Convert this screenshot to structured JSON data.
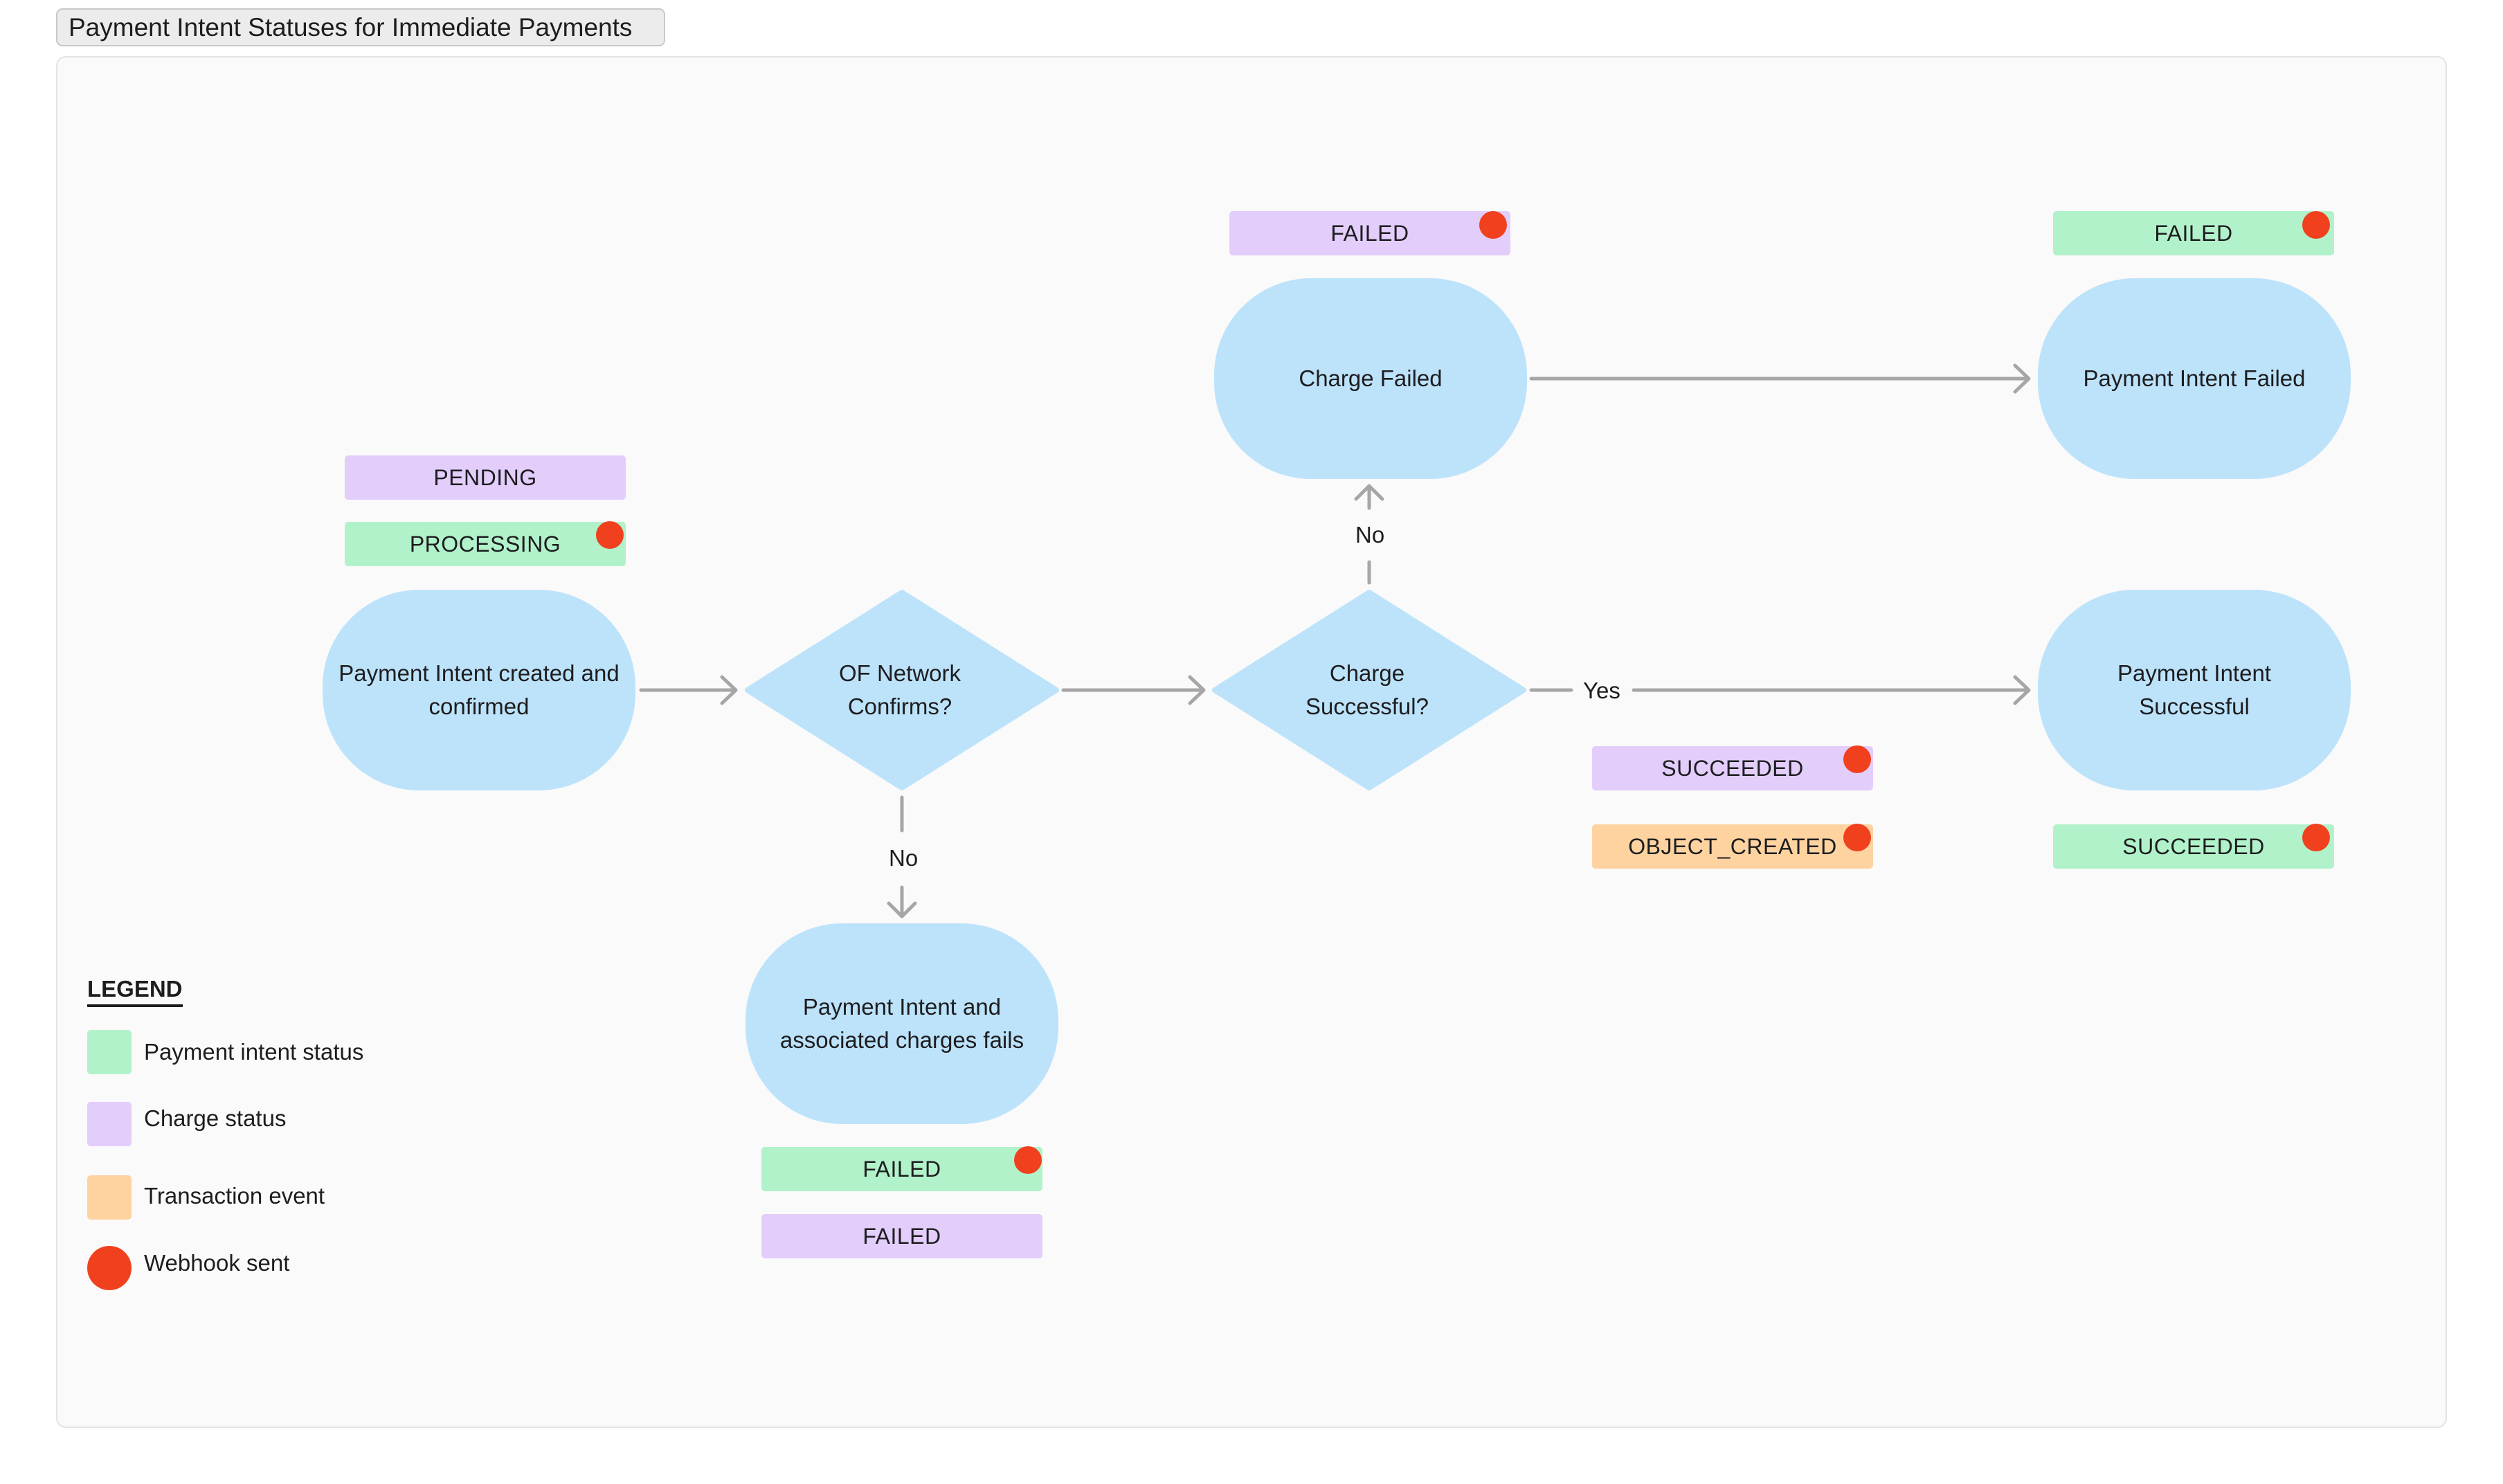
{
  "title": "Payment Intent Statuses for Immediate Payments",
  "colors": {
    "payment_intent_status": "#b2f2cb",
    "charge_status": "#e3cdfb",
    "transaction_event": "#fed3a0",
    "webhook": "#f0401e",
    "node_fill": "#bde3fb",
    "connector": "#a6a6a6"
  },
  "nodes": {
    "created": "Payment Intent created and confirmed",
    "network": "OF Network Confirms?",
    "charge_check": "Charge Successful?",
    "charge_failed": "Charge Failed",
    "pi_failed": "Payment Intent Failed",
    "pi_success": "Payment Intent Successful",
    "pi_fails": "Payment Intent and associated charges fails"
  },
  "edge_labels": {
    "network_no": "No",
    "charge_no": "No",
    "charge_yes": "Yes"
  },
  "tags": {
    "pending": "PENDING",
    "processing": "PROCESSING",
    "charge_failed_status": "FAILED",
    "pi_failed_status": "FAILED",
    "charge_succeeded": "SUCCEEDED",
    "object_created": "OBJECT_CREATED",
    "pi_succeeded": "SUCCEEDED",
    "pi_fail_status": "FAILED",
    "charge_fail_status": "FAILED"
  },
  "legend": {
    "title": "LEGEND",
    "items": [
      "Payment intent status",
      "Charge status",
      "Transaction event",
      "Webhook sent"
    ]
  }
}
